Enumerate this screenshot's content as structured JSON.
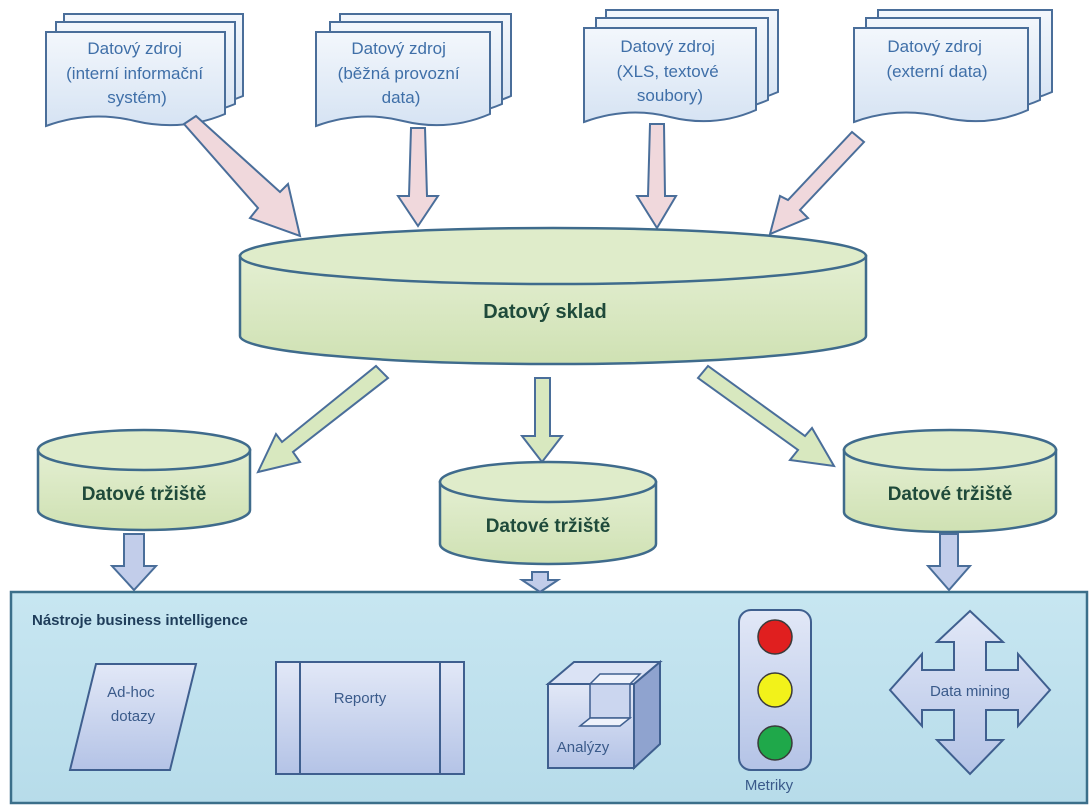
{
  "sources": [
    {
      "lines": [
        "Datový zdroj",
        "(interní informační",
        "systém)"
      ]
    },
    {
      "lines": [
        "Datový zdroj",
        "(běžná provozní",
        "data)"
      ]
    },
    {
      "lines": [
        "Datový zdroj",
        "(XLS, textové",
        "soubory)"
      ]
    },
    {
      "lines": [
        "Datový zdroj",
        "(externí data)"
      ]
    }
  ],
  "warehouse": {
    "label": "Datový sklad"
  },
  "marts": [
    {
      "label": "Datové tržiště"
    },
    {
      "label": "Datové tržiště"
    },
    {
      "label": "Datové tržiště"
    }
  ],
  "bi": {
    "title": "Nástroje business intelligence",
    "adhoc": [
      "Ad-hoc",
      "dotazy"
    ],
    "reporty": "Reporty",
    "analyzy": "Analýzy",
    "metriky": "Metriky",
    "datamining": "Data mining"
  },
  "colors": {
    "source_fill": "#dbe7f5",
    "source_stroke": "#4a6e9a",
    "db_fill": "#d8e8bf",
    "db_stroke": "#3f6b8c",
    "arrow_pink": "#f0d8dc",
    "arrow_green": "#d8e8bf",
    "arrow_blue": "#c2cdea",
    "bi_panel": "#bfe2ee",
    "tool_fill": "#c8d3ee",
    "light_red": "#e01f1f",
    "light_yellow": "#f2f21a",
    "light_green": "#1fa84a"
  }
}
